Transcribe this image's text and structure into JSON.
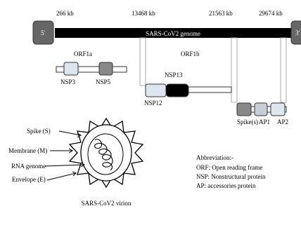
{
  "genome": {
    "positions": [
      "266 kb",
      "13468 kb",
      "21563 kb",
      "29674 kb"
    ],
    "end_left": "5'",
    "end_right": "3'",
    "title": "SARS-CoV2 genome"
  },
  "orfs": {
    "orf1a": "ORF1a",
    "orf1b": "ORF1b"
  },
  "proteins": {
    "nsp3": "NSP3",
    "nsp5": "NSP5",
    "nsp12": "NSP12",
    "nsp13": "NSP13",
    "spike": "Spike(s)",
    "ap1": "AP1",
    "ap2": "AP2"
  },
  "virion": {
    "labels": {
      "spike": "Spike (S)",
      "membrane": "Membrane (M)",
      "rna": "RNA genome",
      "envelope": "Envelope (E)"
    },
    "caption": "SARS-CoV2 virion"
  },
  "abbreviations": {
    "title": "Abbreviation:-",
    "items": [
      "ORF: Open reading frame",
      "NSP: Nonstructural protein",
      "AP: accessories protein"
    ]
  },
  "colors": {
    "genome_bar": "#000000",
    "end_cap": "#666666",
    "box_light": "#dde6ef",
    "box_dark": "#888888",
    "nsp13_fill": "#000000"
  }
}
